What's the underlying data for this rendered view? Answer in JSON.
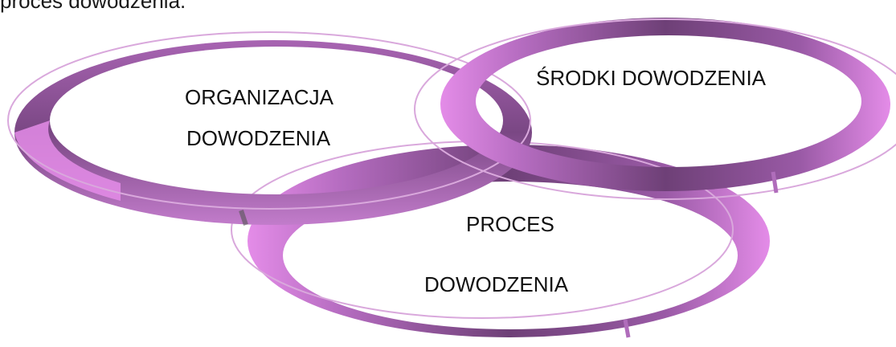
{
  "header": {
    "text": "proces dowodzenia."
  },
  "diagram": {
    "colors": {
      "band_light": "#e48ce8",
      "band_mid": "#9a5aa6",
      "band_dark": "#6b3f73",
      "outline": "#d9a8dc"
    },
    "circles": [
      {
        "id": "organizacja",
        "lines": [
          "ORGANIZACJA",
          "DOWODZENIA"
        ]
      },
      {
        "id": "srodki",
        "lines": [
          "ŚRODKI DOWODZENIA"
        ]
      },
      {
        "id": "proces",
        "lines": [
          "PROCES",
          "DOWODZENIA"
        ]
      }
    ]
  }
}
